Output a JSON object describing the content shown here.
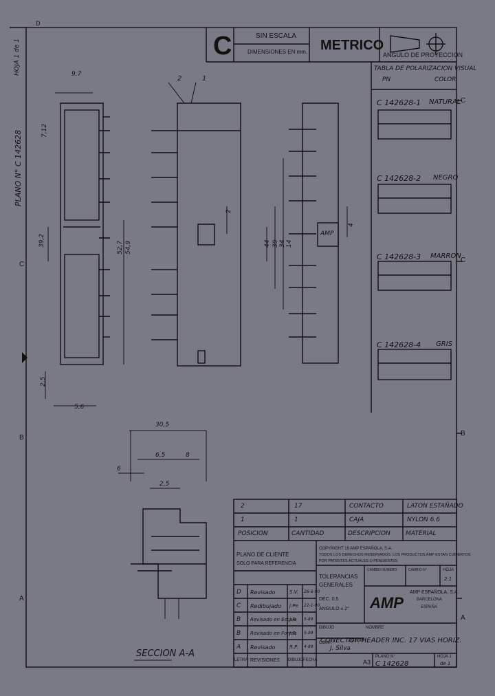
{
  "title_block": {
    "size_letter": "C",
    "scale": "SIN ESCALA",
    "units": "DIMENSIONES EN mm.",
    "system": "METRICO",
    "projection": "ANGULO DE PROYECCION"
  },
  "polarization_table": {
    "heading": "TABLA DE POLARIZACION VISUAL",
    "col_pn": "PN",
    "col_color": "COLOR",
    "rows": [
      {
        "pn": "C 142628-1",
        "color": "NATURAL"
      },
      {
        "pn": "C 142628-2",
        "color": "NEGRO"
      },
      {
        "pn": "C 142628-3",
        "color": "MARRON"
      },
      {
        "pn": "C 142628-4",
        "color": "GRIS"
      }
    ]
  },
  "side_margin": {
    "hoja": "HOJA 1 de 1",
    "plano": "PLANO N° C 142628"
  },
  "zones": {
    "right": [
      "C",
      "C",
      "B",
      "A"
    ],
    "left": [
      "C",
      "B",
      "A"
    ],
    "top": "D"
  },
  "dimensions": {
    "d1": "9,7",
    "d2": "7,12",
    "d3": "39,2",
    "d4": "52,7",
    "d5": "54,9",
    "d6": "2,5",
    "d7": "5,6",
    "d8": "30,5",
    "d9": "6",
    "d10": "6,5",
    "d11": "8",
    "d12": "2,5",
    "d13": "44",
    "d14": "39",
    "d15": "34",
    "d16": "14",
    "d17": "2",
    "d18": "4",
    "amp_mark": "AMP",
    "leader_2": "2",
    "leader_1": "1"
  },
  "section_label": "SECCION A-A",
  "parts_list": {
    "rows": [
      {
        "pos": "2",
        "qty": "17",
        "desc": "CONTACTO",
        "material": "LATON ESTAÑADO"
      },
      {
        "pos": "1",
        "qty": "1",
        "desc": "CAJA",
        "material": "NYLON 6.6"
      }
    ],
    "header": {
      "pos": "POSICION",
      "qty": "CANTIDAD",
      "desc": "DESCRIPCION",
      "material": "MATERIAL"
    }
  },
  "client_plan": {
    "line1": "PLANO DE CLIENTE",
    "line2": "SOLO PARA REFERENCIA"
  },
  "copyright": {
    "line1": "COPYRIGHT 19    AMP ESPAÑOLA, S.A.",
    "line2": "TODOS LOS DERECHOS RESERVADOS. LOS PRODUCTOS AMP ESTAN CUBIERTOS",
    "line3": "POR PATENTES ACTUALES O PENDIENTES"
  },
  "revisions": [
    {
      "letter": "D",
      "text": "Revisado",
      "by": "S.V.",
      "date": "26-6-90"
    },
    {
      "letter": "C",
      "text": "Redibujado",
      "by": "J.Pe",
      "date": "22-1-90"
    },
    {
      "letter": "B",
      "text": "Revisado en Escala",
      "by": "J.P.",
      "date": "5-89"
    },
    {
      "letter": "B",
      "text": "Revisado en Forma",
      "by": "J.P.",
      "date": "5-89"
    },
    {
      "letter": "A",
      "text": "Revisado",
      "by": "R.P.",
      "date": "4-89"
    }
  ],
  "revision_header": {
    "letra": "LETRA",
    "rev": "REVISIONES",
    "dib": "DIBUJO",
    "fecha": "FECHA"
  },
  "tolerances": {
    "title": "TOLERANCIAS",
    "sub": "GENERALES",
    "dec0": "DEC. 0.5",
    "ang": "ANGULO ± 2°"
  },
  "signatures": {
    "dibujo": "DIBUJO",
    "comp": "COMP.",
    "name": "J. Silva",
    "date": "26-1-90"
  },
  "company": {
    "logo": "AMP",
    "name": "AMP ESPAÑOLA, S.A.",
    "city": "BARCELONA",
    "country": "ESPAÑA"
  },
  "sheet_fields": {
    "cambio_numero": "CAMBIO NUMERO",
    "cambio_n": "CAMBIO N°",
    "hoja": "HOJA",
    "hoja_val": "2:1"
  },
  "name_field": {
    "label": "NOMBRE",
    "value": "CONECTOR HEADER INC. 17 VIAS HORIZ."
  },
  "plan_field": {
    "size": "A3",
    "label": "PLANO N°",
    "value": "C   142628",
    "hoja": "HOJA 1",
    "hoja_of": "de 1"
  }
}
